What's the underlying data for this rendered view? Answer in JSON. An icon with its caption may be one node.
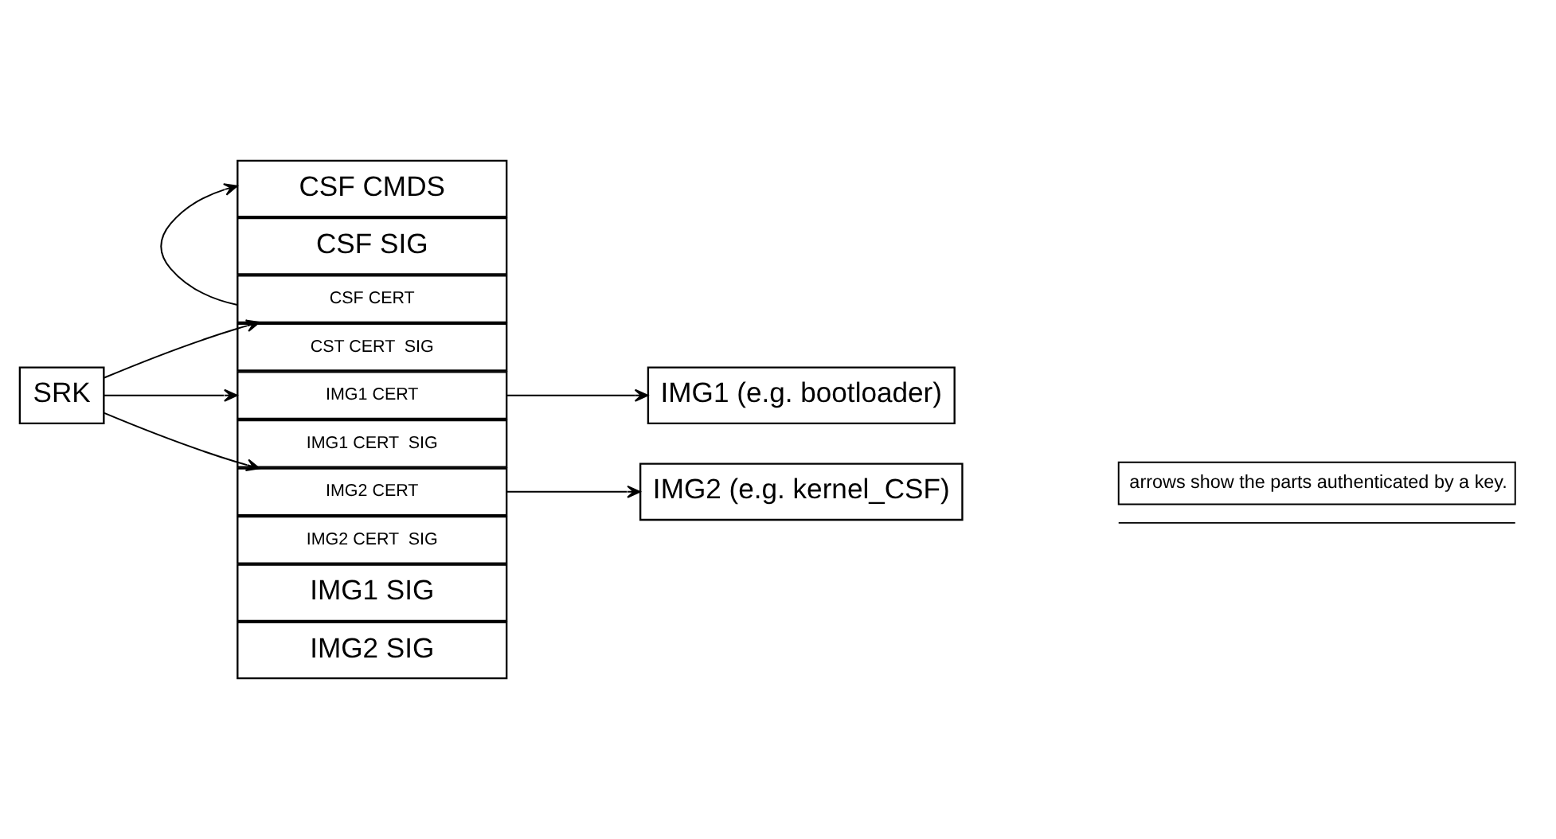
{
  "diagram": {
    "nodes": [
      {
        "text": [
          "SRK"
        ]
      },
      {
        "text": [
          "CSF CMDS"
        ]
      },
      {
        "text": [
          "CSF SIG"
        ]
      },
      {
        "text": [
          "CSF CERT"
        ]
      },
      {
        "text": [
          "CST CERT  SIG"
        ]
      },
      {
        "text": [
          "IMG1 CERT"
        ]
      },
      {
        "text": [
          "IMG1 CERT  SIG"
        ]
      },
      {
        "text": [
          "IMG2 CERT"
        ]
      },
      {
        "text": [
          "IMG2 CERT  SIG"
        ]
      },
      {
        "text": [
          "IMG1 SIG"
        ]
      },
      {
        "text": [
          "IMG2 SIG"
        ]
      },
      {
        "text": [
          "IMG1 (e.g. bootloader)"
        ]
      },
      {
        "text": [
          "IMG2 (e.g. kernel_CSF)"
        ]
      }
    ],
    "edges": [
      {
        "from": 0,
        "to": 3,
        "arrow": "to"
      },
      {
        "from": 0,
        "to": 5,
        "arrow": "to"
      },
      {
        "from": 0,
        "to": 7,
        "arrow": "to"
      },
      {
        "from": 3,
        "to": 1,
        "arrow": "to"
      },
      {
        "from": 5,
        "to": 11,
        "arrow": "to"
      },
      {
        "from": 7,
        "to": 12,
        "arrow": "to"
      }
    ],
    "legend": [
      {
        "text": "arrows show the parts authenticated by a key."
      }
    ]
  }
}
